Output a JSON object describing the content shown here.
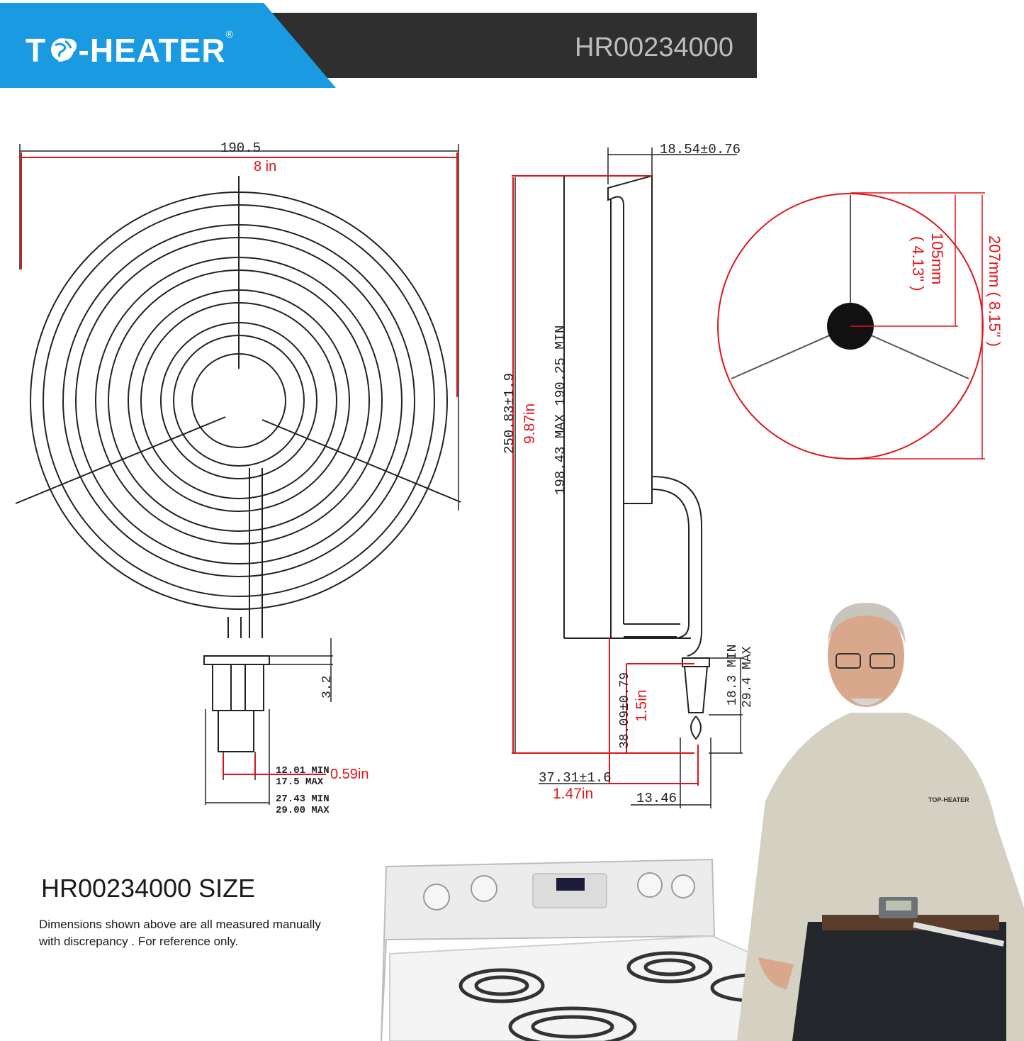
{
  "header": {
    "brand": "T  P-HEATER",
    "registered": "®",
    "model": "HR00234000"
  },
  "front_view": {
    "width_mm": "190.5",
    "width_in": "8 in",
    "tab_height": "3.2",
    "terminal_gap_min": "12.01 MIN",
    "terminal_gap_max": "17.5 MAX",
    "terminal_gap_in": "0.59in",
    "terminal_span_min": "27.43 MIN",
    "terminal_span_max": "29.00 MAX"
  },
  "side_view": {
    "top_thickness": "18.54±0.76",
    "overall_length": "250.83±1.9",
    "overall_length_in": "9.87in",
    "coil_length": "198.43 MAX 190.25 MIN",
    "terminal_length": "38.09±0.79",
    "terminal_length_in": "1.5in",
    "terminal_min": "18.3 MIN",
    "terminal_max": "29.4 MAX",
    "offset": "37.31±1.6",
    "offset_in": "1.47in",
    "tip": "13.46"
  },
  "tripod": {
    "radius": "105mm",
    "radius_in": "( 4.13\" )",
    "diameter": "207mm ( 8.15\" )"
  },
  "footer": {
    "size_title": "HR00234000   SIZE",
    "note_line1": "Dimensions shown above are all measured  manually",
    "note_line2": "with discrepancy .  For reference only.",
    "shirt_logo": "TOP-HEATER"
  },
  "colors": {
    "accent_blue": "#1a9ae0",
    "header_dark": "#2f2f2f",
    "dimension_red": "#e0141b"
  }
}
